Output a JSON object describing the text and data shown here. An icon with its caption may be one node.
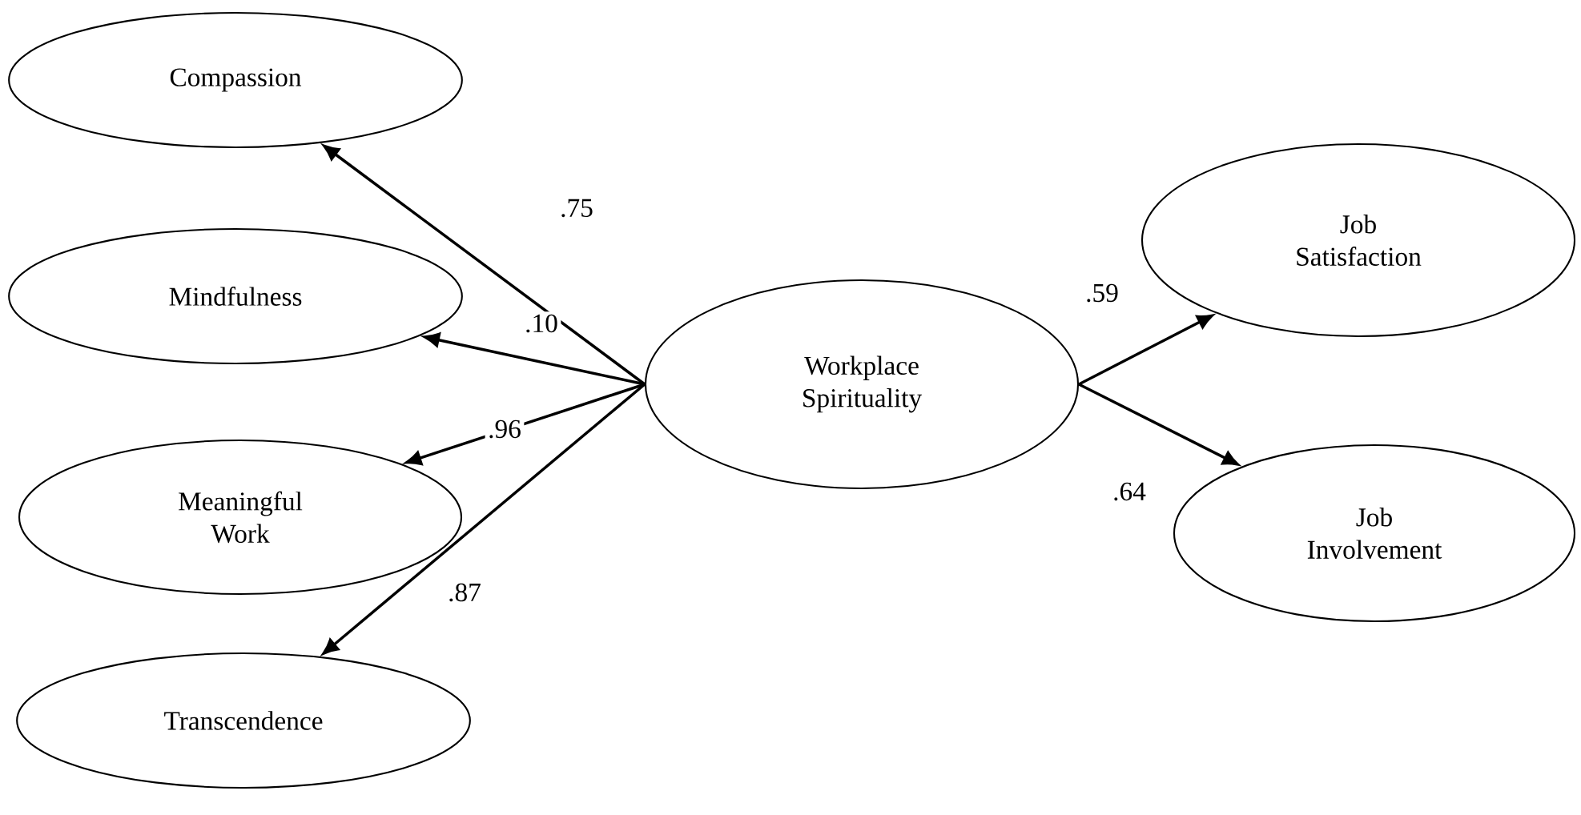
{
  "diagram": {
    "nodes": [
      {
        "text": [
          "Compassion"
        ]
      },
      {
        "text": [
          "Mindfulness"
        ]
      },
      {
        "text": [
          "Meaningful Work"
        ]
      },
      {
        "text": [
          "Transcendence"
        ]
      },
      {
        "text": [
          "Workplace Spirituality"
        ]
      },
      {
        "text": [
          "Job Satisfaction"
        ]
      },
      {
        "text": [
          "Job Involvement"
        ]
      }
    ],
    "edges": [
      {
        "from": 4,
        "to": 0,
        "arrow": "to",
        "label": ".75"
      },
      {
        "from": 4,
        "to": 1,
        "arrow": "to",
        "label": ".10"
      },
      {
        "from": 4,
        "to": 2,
        "arrow": "to",
        "label": ".96"
      },
      {
        "from": 4,
        "to": 3,
        "arrow": "to",
        "label": ".87"
      },
      {
        "from": 4,
        "to": 5,
        "arrow": "to",
        "label": ".59"
      },
      {
        "from": 4,
        "to": 6,
        "arrow": "to",
        "label": ".64"
      }
    ]
  }
}
